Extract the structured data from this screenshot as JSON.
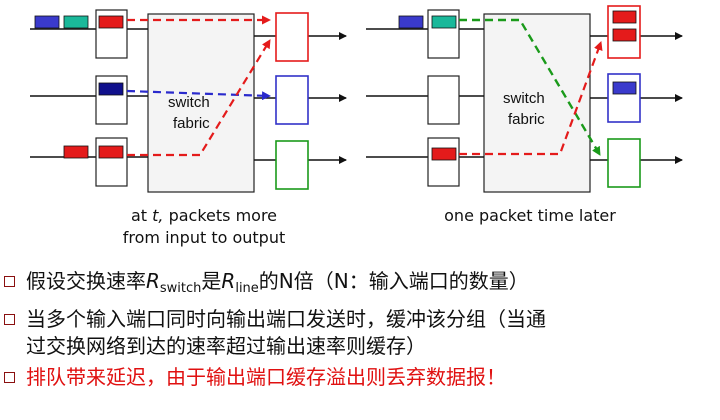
{
  "left_panel": {
    "fabric_label_1": "switch",
    "fabric_label_2": "fabric",
    "caption_line1_prefix": "at ",
    "caption_line1_t": "t,",
    "caption_line1_suffix": " packets more",
    "caption_line2": "from input to output"
  },
  "right_panel": {
    "fabric_label_1": "switch",
    "fabric_label_2": "fabric",
    "caption": "one packet time later"
  },
  "colors": {
    "red": "#e41b1b",
    "blue_dark": "#10108c",
    "blue": "#3a3acc",
    "teal": "#1ab89a",
    "green": "#1a9a1a",
    "out_blue": "#3232c8"
  },
  "bullets": [
    {
      "pre": "假设交换速率",
      "r1": "R",
      "s1": "switch",
      "mid": "是",
      "r2": "R",
      "s2": "line",
      "post": "的N倍（N：输入端口的数量）"
    },
    {
      "text_line1": "当多个输入端口同时向输出端口发送时，缓冲该分组（当通",
      "text_line2": "过交换网络到达的速率超过输出速率则缓存）"
    },
    {
      "text": "排队带来延迟，由于输出端口缓存溢出则丢弃数据报！"
    }
  ]
}
